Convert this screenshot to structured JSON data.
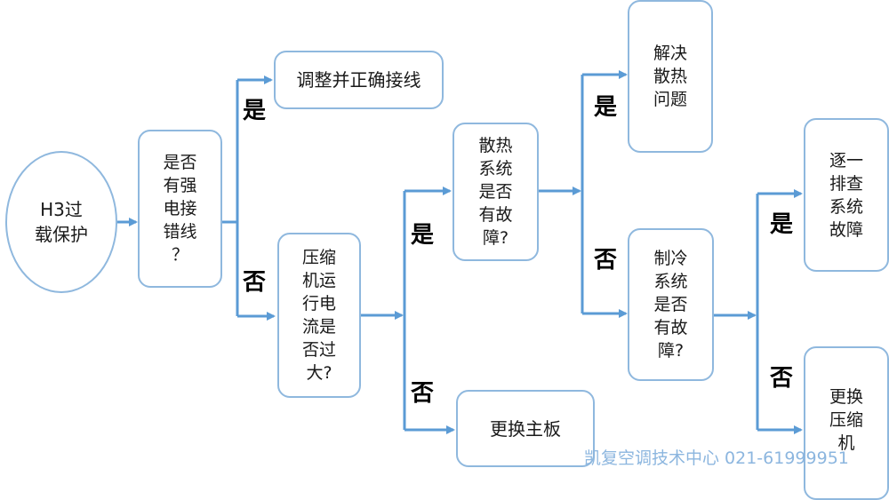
{
  "nodes": {
    "start": "H3过\n载保护",
    "q_wiring": "是否\n有强\n电接\n错线\n？",
    "fix_wiring": "调整并正确接线",
    "q_current": "压缩\n机运\n行电\n流是\n否过\n大?",
    "q_heat": "散热\n系统\n是否\n有故\n障?",
    "replace_board": "更换主板",
    "fix_heat": "解决\n散热\n问题",
    "q_cooling": "制冷\n系统\n是否\n有故\n障?",
    "troubleshoot": "逐一\n排查\n系统\n故障",
    "replace_compressor": "更换\n压缩\n机"
  },
  "branch_labels": {
    "yes_wiring": "是",
    "no_wiring": "否",
    "yes_current": "是",
    "no_current": "否",
    "yes_heat": "是",
    "no_heat": "否",
    "yes_cooling": "是",
    "no_cooling": "否"
  },
  "watermark": "凯复空调技术中心 021-61999951",
  "colors": {
    "connector": "#5b9bd5",
    "node_border": "#8fb8de",
    "watermark": "#8cb6df"
  }
}
